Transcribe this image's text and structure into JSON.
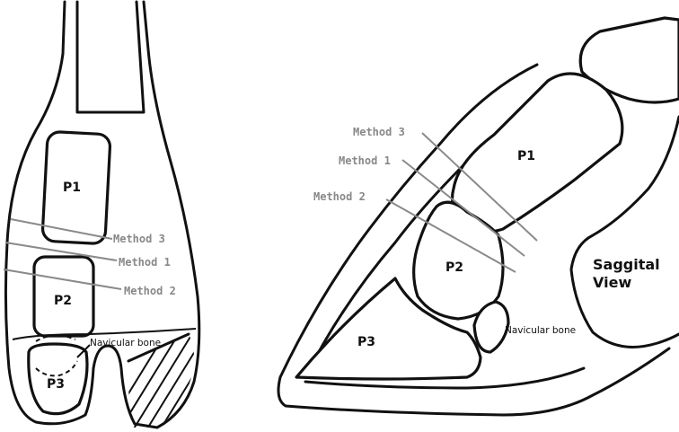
{
  "front_view": {
    "bones": [
      "P1",
      "P2",
      "P3"
    ],
    "navicular_label": "Navicular bone",
    "methods": [
      "Method 3",
      "Method 1",
      "Method 2"
    ]
  },
  "sagittal_view": {
    "title_line1": "Saggital",
    "title_line2": "View",
    "bones": [
      "P1",
      "P2",
      "P3"
    ],
    "navicular_label": "Navicular bone",
    "methods": [
      "Method 3",
      "Method 1",
      "Method 2"
    ]
  },
  "colors": {
    "line": "#111111",
    "method_line": "#8a8a8a",
    "background": "#ffffff"
  }
}
